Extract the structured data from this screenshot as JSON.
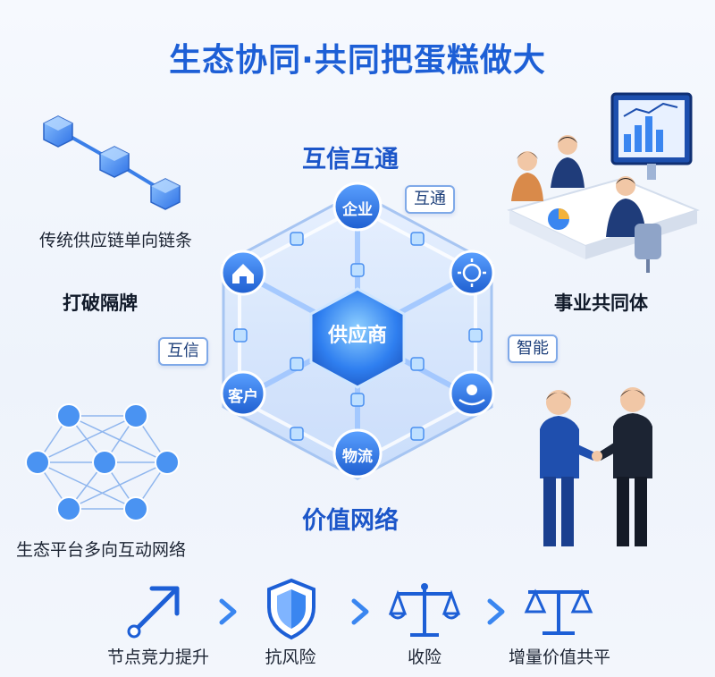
{
  "title": "生态协同·共同把蛋糕做大",
  "network": {
    "top_label": "互信互通",
    "bottom_label": "价值网络",
    "center": "供应商",
    "nodes": [
      "企业",
      "客户",
      "物流"
    ],
    "tags": [
      "互通",
      "互信",
      "智能"
    ]
  },
  "left": {
    "chain_label": "传统供应链单向链条",
    "break_label": "打破隔牌",
    "network_label": "生态平台多向互动网络"
  },
  "right": {
    "community_label": "事业共同体"
  },
  "steps": [
    {
      "label": "节点竞力提升",
      "icon": "arrow-up-right-icon"
    },
    {
      "label": "抗风险",
      "icon": "shield-icon"
    },
    {
      "label": "收险",
      "icon": "scale-icon"
    },
    {
      "label": "增量价值共平",
      "icon": "balance-icon"
    }
  ],
  "colors": {
    "primary": "#1d5fd6",
    "accent": "#3a86f0",
    "dark": "#1c2433"
  }
}
